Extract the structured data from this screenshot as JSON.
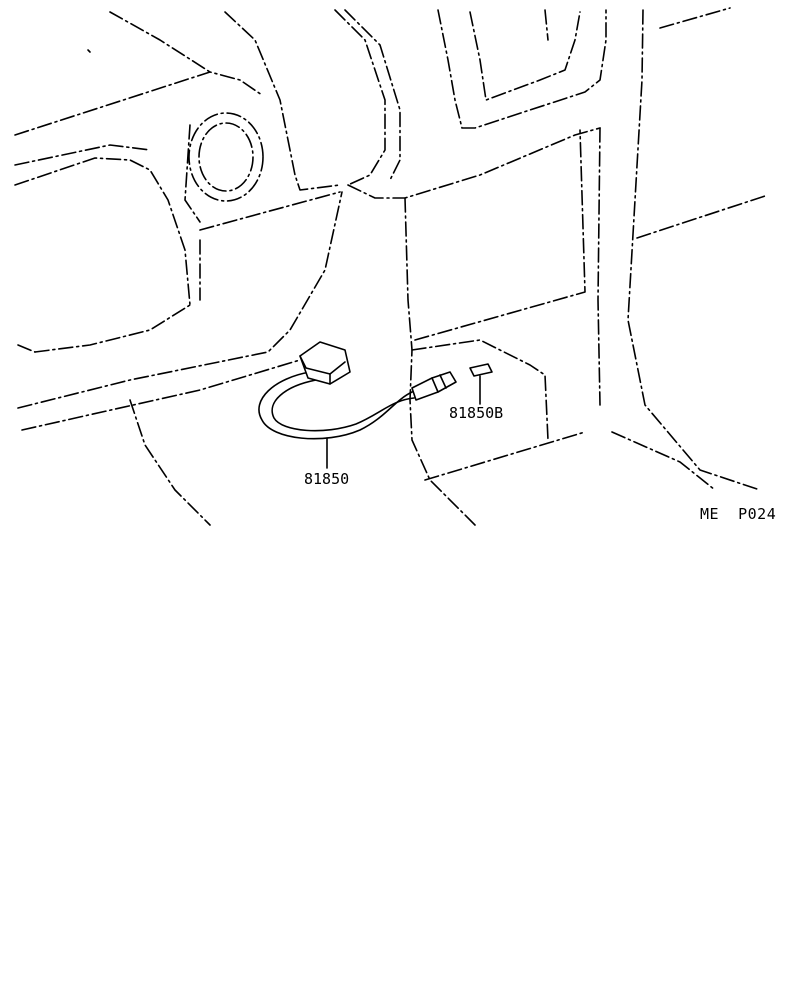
{
  "callouts": {
    "part_main": "81850",
    "part_sub": "81850B"
  },
  "figure_code": "ME  P024"
}
